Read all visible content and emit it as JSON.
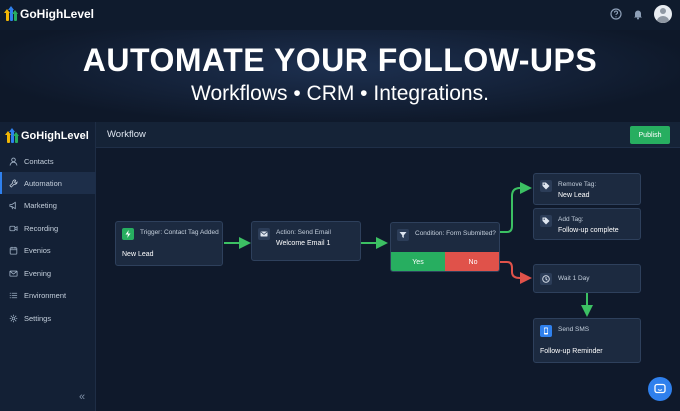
{
  "app": {
    "name": "GoHighLevel"
  },
  "topbar": {
    "icons": [
      "help-icon",
      "bell-icon",
      "user-avatar"
    ]
  },
  "hero": {
    "title": "AUTOMATE YOUR FOLLOW-UPS",
    "subtitle": "Workflows • CRM • Integrations."
  },
  "sidebar": {
    "items": [
      {
        "label": "Contacts",
        "icon": "user-icon"
      },
      {
        "label": "Automation",
        "icon": "wrench-icon",
        "active": true
      },
      {
        "label": "Marketing",
        "icon": "megaphone-icon"
      },
      {
        "label": "Recording",
        "icon": "video-icon"
      },
      {
        "label": "Evenios",
        "icon": "calendar-icon"
      },
      {
        "label": "Evening",
        "icon": "mail-icon"
      },
      {
        "label": "Environment",
        "icon": "list-icon"
      },
      {
        "label": "Settings",
        "icon": "gear-icon"
      }
    ],
    "collapse_label": "«"
  },
  "main": {
    "title": "Workflow",
    "publish_label": "Publish"
  },
  "workflow": {
    "trigger": {
      "title": "Trigger: Contact Tag Added",
      "value": "New Lead",
      "icon": "bolt-icon"
    },
    "action": {
      "title": "Action: Send Email",
      "value": "Welcome Email 1",
      "icon": "envelope-icon"
    },
    "condition": {
      "title": "Condition: Form Submitted?",
      "yes_label": "Yes",
      "no_label": "No",
      "icon": "filter-icon"
    },
    "remove_tag": {
      "title": "Remove Tag:",
      "value": "New Lead",
      "icon": "tag-icon"
    },
    "add_tag": {
      "title": "Add Tag:",
      "value": "Follow-up complete",
      "icon": "tag-icon"
    },
    "wait": {
      "title": "Wait 1 Day",
      "icon": "clock-icon"
    },
    "sms": {
      "title": "Send SMS",
      "value": "Follow-up Reminder",
      "icon": "phone-icon"
    }
  },
  "colors": {
    "accent": "#2f80ed",
    "success": "#27ae60",
    "danger": "#e0524a"
  }
}
